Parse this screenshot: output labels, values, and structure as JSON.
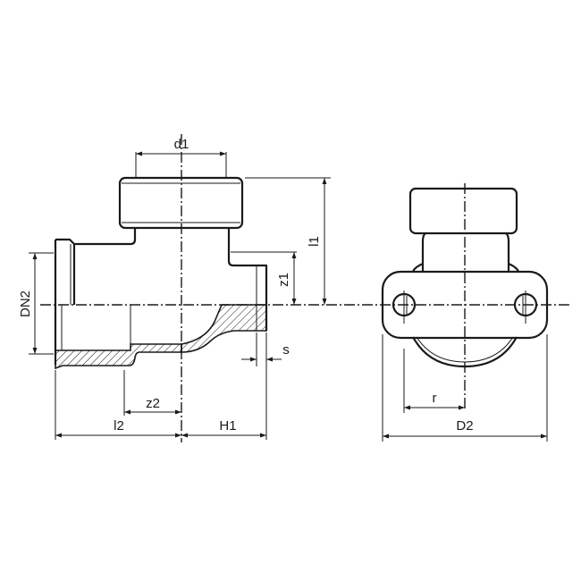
{
  "drawing": {
    "side_view": {
      "labels": {
        "d1": "d1",
        "l1": "l1",
        "z1": "z1",
        "DN2": "DN2",
        "s": "s",
        "z2": "z2",
        "l2": "l2",
        "H1": "H1"
      }
    },
    "front_view": {
      "labels": {
        "r": "r",
        "D2": "D2"
      }
    },
    "colors": {
      "line": "#1a1a1a",
      "background": "#ffffff"
    }
  }
}
